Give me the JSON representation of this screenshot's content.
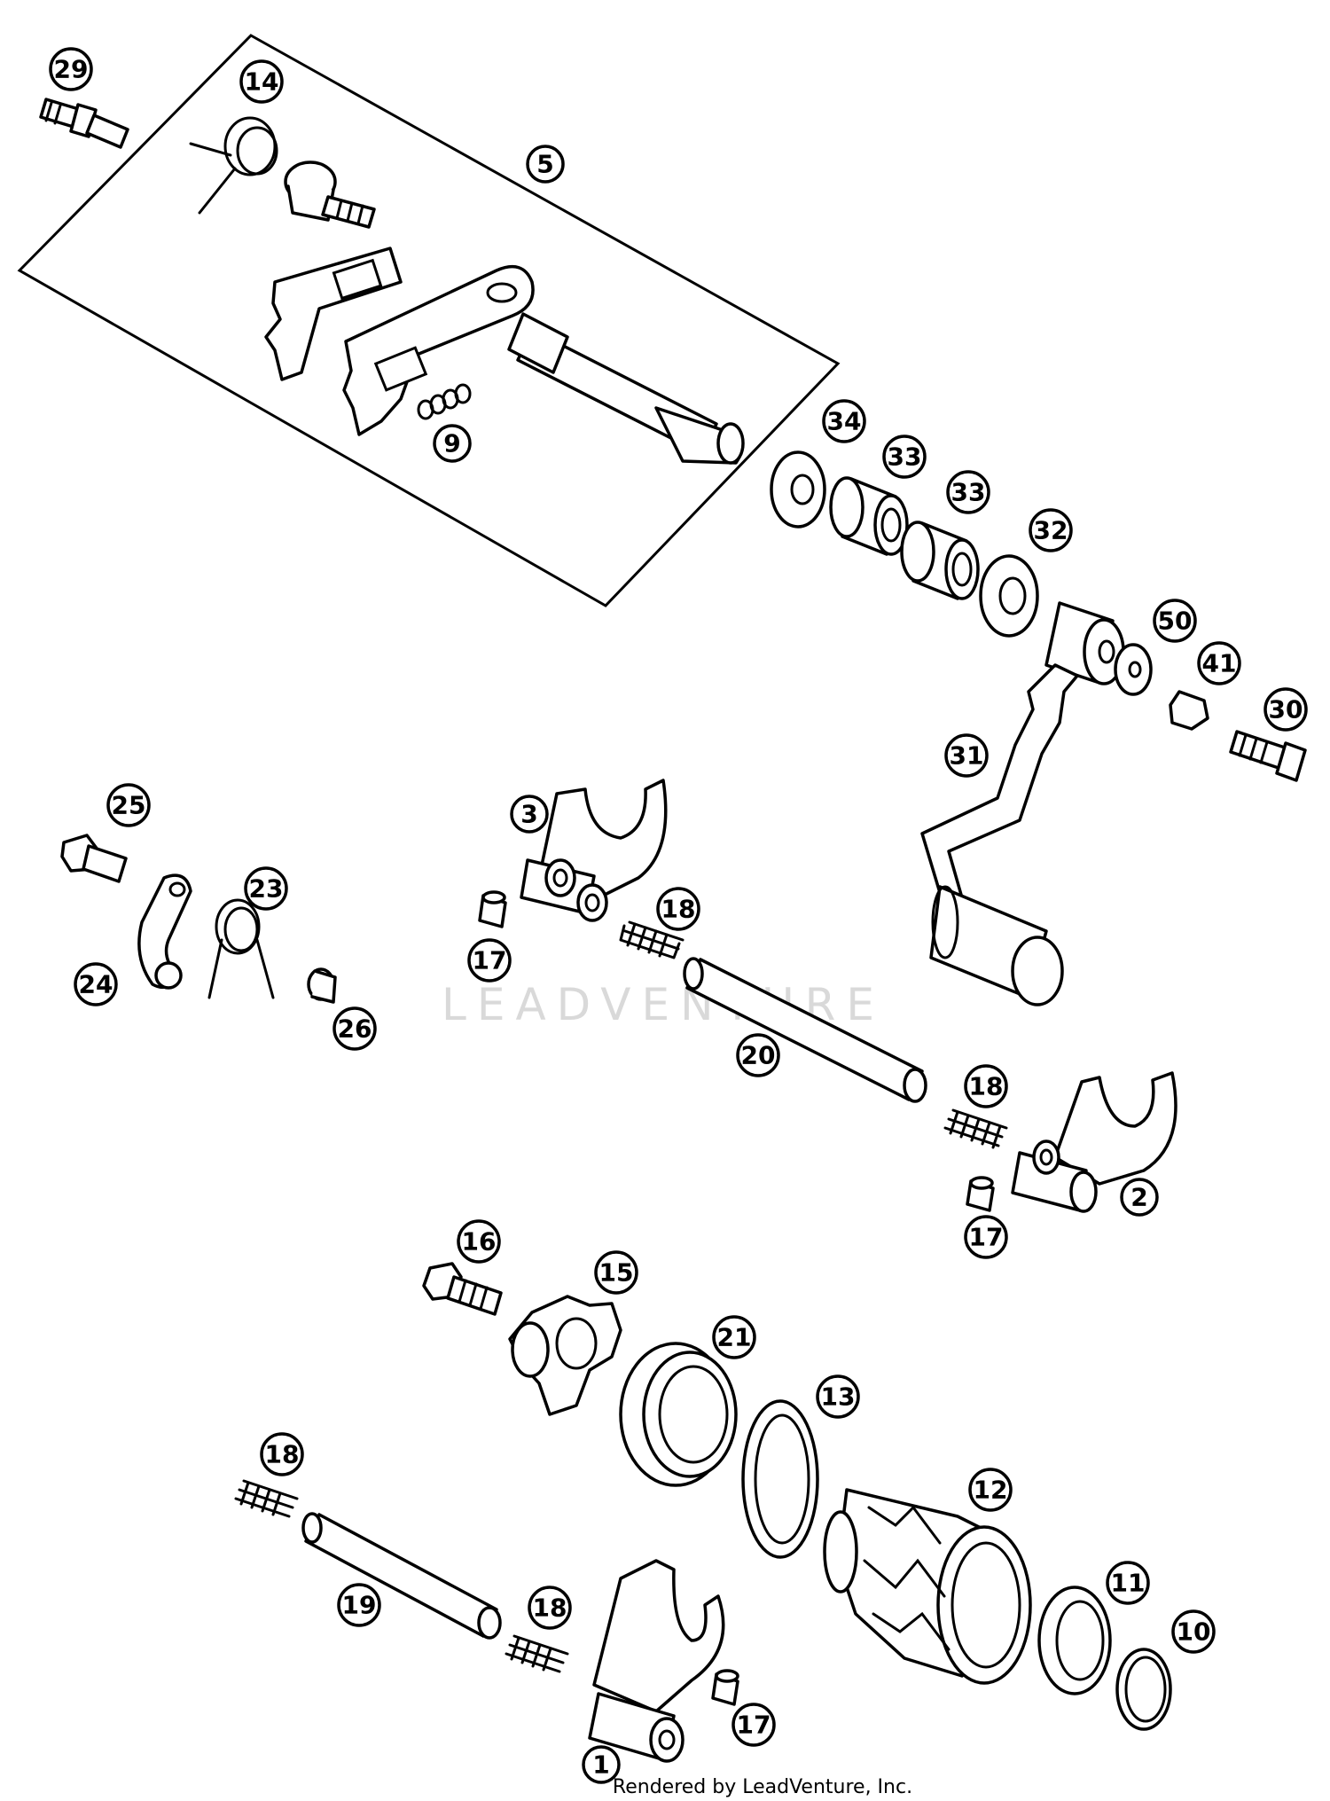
{
  "watermark": "LEADVENTURE",
  "footer": "Rendered by LeadVenture, Inc.",
  "callouts": [
    {
      "id": "c29",
      "label": "29"
    },
    {
      "id": "c14",
      "label": "14"
    },
    {
      "id": "c5",
      "label": "5"
    },
    {
      "id": "c9",
      "label": "9"
    },
    {
      "id": "c34",
      "label": "34"
    },
    {
      "id": "c33a",
      "label": "33"
    },
    {
      "id": "c33b",
      "label": "33"
    },
    {
      "id": "c32",
      "label": "32"
    },
    {
      "id": "c50",
      "label": "50"
    },
    {
      "id": "c41",
      "label": "41"
    },
    {
      "id": "c30",
      "label": "30"
    },
    {
      "id": "c31",
      "label": "31"
    },
    {
      "id": "c25",
      "label": "25"
    },
    {
      "id": "c23",
      "label": "23"
    },
    {
      "id": "c24",
      "label": "24"
    },
    {
      "id": "c26",
      "label": "26"
    },
    {
      "id": "c3",
      "label": "3"
    },
    {
      "id": "c18a",
      "label": "18"
    },
    {
      "id": "c17a",
      "label": "17"
    },
    {
      "id": "c20",
      "label": "20"
    },
    {
      "id": "c18b",
      "label": "18"
    },
    {
      "id": "c2",
      "label": "2"
    },
    {
      "id": "c17b",
      "label": "17"
    },
    {
      "id": "c16",
      "label": "16"
    },
    {
      "id": "c15",
      "label": "15"
    },
    {
      "id": "c21",
      "label": "21"
    },
    {
      "id": "c13",
      "label": "13"
    },
    {
      "id": "c12",
      "label": "12"
    },
    {
      "id": "c18c",
      "label": "18"
    },
    {
      "id": "c19",
      "label": "19"
    },
    {
      "id": "c18d",
      "label": "18"
    },
    {
      "id": "c11",
      "label": "11"
    },
    {
      "id": "c10",
      "label": "10"
    },
    {
      "id": "c17c",
      "label": "17"
    },
    {
      "id": "c1",
      "label": "1"
    }
  ]
}
